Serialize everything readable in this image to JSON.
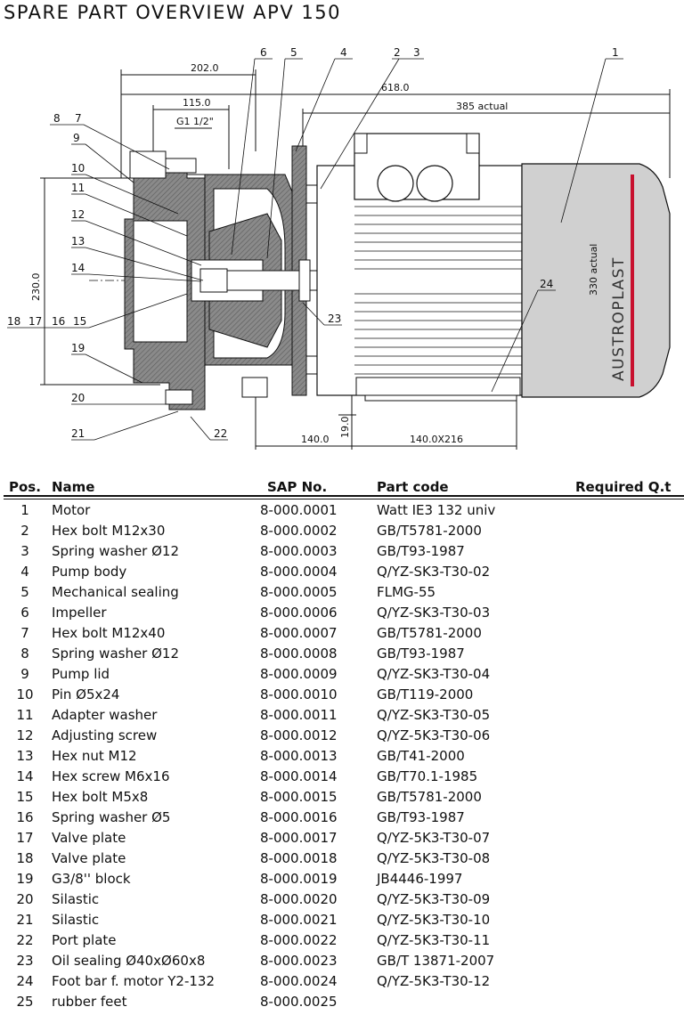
{
  "title": "SPARE PART OVERVIEW APV 150",
  "drawing": {
    "dimensions": {
      "d202": "202.0",
      "d115": "115.0",
      "g1": "G1 1/2\"",
      "d618": "618.0",
      "d385": "385 actual",
      "d230": "230.0",
      "d330": "330 actual",
      "d140": "140.0",
      "d19": "19.0",
      "d140x216": "140.0X216"
    },
    "callouts": [
      "1",
      "2",
      "3",
      "4",
      "5",
      "6",
      "7",
      "8",
      "9",
      "10",
      "11",
      "12",
      "13",
      "14",
      "15",
      "16",
      "17",
      "18",
      "19",
      "20",
      "21",
      "22",
      "23",
      "24"
    ],
    "brand": "AUSTROPLAST"
  },
  "table": {
    "headers": {
      "pos": "Pos.",
      "name": "Name",
      "sap": "SAP No.",
      "code": "Part code",
      "qty": "Required Q.t"
    },
    "rows": [
      {
        "pos": "1",
        "name": "Motor",
        "sap": "8-000.0001",
        "code": "Watt IE3 132 univ",
        "qty": ""
      },
      {
        "pos": "2",
        "name": "Hex bolt M12x30",
        "sap": "8-000.0002",
        "code": "GB/T5781-2000",
        "qty": ""
      },
      {
        "pos": "3",
        "name": "Spring washer Ø12",
        "sap": "8-000.0003",
        "code": "GB/T93-1987",
        "qty": ""
      },
      {
        "pos": "4",
        "name": "Pump body",
        "sap": "8-000.0004",
        "code": "Q/YZ-SK3-T30-02",
        "qty": ""
      },
      {
        "pos": "5",
        "name": "Mechanical sealing",
        "sap": "8-000.0005",
        "code": "FLMG-55",
        "qty": ""
      },
      {
        "pos": "6",
        "name": "Impeller",
        "sap": "8-000.0006",
        "code": "Q/YZ-SK3-T30-03",
        "qty": ""
      },
      {
        "pos": "7",
        "name": "Hex bolt M12x40",
        "sap": "8-000.0007",
        "code": "GB/T5781-2000",
        "qty": ""
      },
      {
        "pos": "8",
        "name": "Spring washer Ø12",
        "sap": "8-000.0008",
        "code": "GB/T93-1987",
        "qty": ""
      },
      {
        "pos": "9",
        "name": "Pump lid",
        "sap": "8-000.0009",
        "code": "Q/YZ-SK3-T30-04",
        "qty": ""
      },
      {
        "pos": "10",
        "name": "Pin Ø5x24",
        "sap": "8-000.0010",
        "code": "GB/T119-2000",
        "qty": ""
      },
      {
        "pos": "11",
        "name": "Adapter washer",
        "sap": "8-000.0011",
        "code": "Q/YZ-SK3-T30-05",
        "qty": ""
      },
      {
        "pos": "12",
        "name": "Adjusting screw",
        "sap": "8-000.0012",
        "code": "Q/YZ-5K3-T30-06",
        "qty": ""
      },
      {
        "pos": "13",
        "name": "Hex nut M12",
        "sap": "8-000.0013",
        "code": "GB/T41-2000",
        "qty": ""
      },
      {
        "pos": "14",
        "name": "Hex screw M6x16",
        "sap": "8-000.0014",
        "code": "GB/T70.1-1985",
        "qty": ""
      },
      {
        "pos": "15",
        "name": "Hex bolt M5x8",
        "sap": "8-000.0015",
        "code": "GB/T5781-2000",
        "qty": ""
      },
      {
        "pos": "16",
        "name": "Spring washer Ø5",
        "sap": "8-000.0016",
        "code": "GB/T93-1987",
        "qty": ""
      },
      {
        "pos": "17",
        "name": "Valve plate",
        "sap": "8-000.0017",
        "code": "Q/YZ-5K3-T30-07",
        "qty": ""
      },
      {
        "pos": "18",
        "name": "Valve plate",
        "sap": "8-000.0018",
        "code": "Q/YZ-5K3-T30-08",
        "qty": ""
      },
      {
        "pos": "19",
        "name": "G3/8'' block",
        "sap": "8-000.0019",
        "code": "JB4446-1997",
        "qty": ""
      },
      {
        "pos": "20",
        "name": "Silastic",
        "sap": "8-000.0020",
        "code": "Q/YZ-5K3-T30-09",
        "qty": ""
      },
      {
        "pos": "21",
        "name": "Silastic",
        "sap": "8-000.0021",
        "code": "Q/YZ-5K3-T30-10",
        "qty": ""
      },
      {
        "pos": "22",
        "name": "Port plate",
        "sap": "8-000.0022",
        "code": "Q/YZ-5K3-T30-11",
        "qty": ""
      },
      {
        "pos": "23",
        "name": "Oil sealing Ø40xØ60x8",
        "sap": "8-000.0023",
        "code": "GB/T 13871-2007",
        "qty": ""
      },
      {
        "pos": "24",
        "name": "Foot bar f. motor Y2-132",
        "sap": "8-000.0024",
        "code": "Q/YZ-5K3-T30-12",
        "qty": ""
      },
      {
        "pos": "25",
        "name": "rubber feet",
        "sap": "8-000.0025",
        "code": "",
        "qty": ""
      }
    ]
  }
}
